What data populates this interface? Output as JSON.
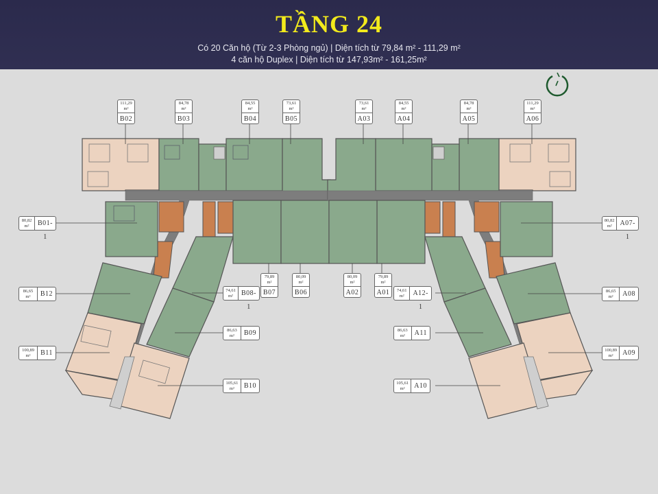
{
  "header": {
    "title": "TẦNG 24",
    "subtitle_line1": "Có 20 Căn hộ (Từ 2-3 Phòng ngủ) | Diện tích từ 79,84 m² - 111,29 m²",
    "subtitle_line2": "4 căn hộ Duplex |  Diện tích từ 147,93m² - 161,25m²"
  },
  "compass": {
    "icon": "north-compass-icon",
    "label": "N"
  },
  "colors": {
    "header_bg": "#2e2d50",
    "title": "#f2ea1c",
    "background": "#dcdcdc",
    "unit_standard": "#8aa98c",
    "unit_duplex": "#ecd3c0",
    "core_stair": "#c9804f",
    "corridor": "#7d7d7d",
    "compass": "#1e5a2e"
  },
  "units": [
    {
      "code": "B02",
      "area": "111,29",
      "unit": "m²",
      "type": "duplex"
    },
    {
      "code": "B03",
      "area": "84,78",
      "unit": "m²",
      "type": "standard"
    },
    {
      "code": "B04",
      "area": "84,55",
      "unit": "m²",
      "type": "standard"
    },
    {
      "code": "B05",
      "area": "73,61",
      "unit": "m²",
      "type": "standard"
    },
    {
      "code": "A03",
      "area": "73,61",
      "unit": "m²",
      "type": "standard"
    },
    {
      "code": "A04",
      "area": "84,55",
      "unit": "m²",
      "type": "standard"
    },
    {
      "code": "A05",
      "area": "84,78",
      "unit": "m²",
      "type": "standard"
    },
    {
      "code": "A06",
      "area": "111,29",
      "unit": "m²",
      "type": "duplex"
    },
    {
      "code": "B01-1",
      "area": "80,82",
      "unit": "m²",
      "type": "standard"
    },
    {
      "code": "A07-1",
      "area": "80,82",
      "unit": "m²",
      "type": "standard"
    },
    {
      "code": "B12",
      "area": "86,65",
      "unit": "m²",
      "type": "standard"
    },
    {
      "code": "A08",
      "area": "86,65",
      "unit": "m²",
      "type": "standard"
    },
    {
      "code": "B08-1",
      "area": "74,61",
      "unit": "m²",
      "type": "standard"
    },
    {
      "code": "B07",
      "area": "79,89",
      "unit": "m²",
      "type": "standard"
    },
    {
      "code": "B06",
      "area": "80,09",
      "unit": "m²",
      "type": "standard"
    },
    {
      "code": "A02",
      "area": "80,09",
      "unit": "m²",
      "type": "standard"
    },
    {
      "code": "A01",
      "area": "79,89",
      "unit": "m²",
      "type": "standard"
    },
    {
      "code": "A12-1",
      "area": "74,61",
      "unit": "m²",
      "type": "standard"
    },
    {
      "code": "B11",
      "area": "100,89",
      "unit": "m²",
      "type": "duplex"
    },
    {
      "code": "A09",
      "area": "100,89",
      "unit": "m²",
      "type": "duplex"
    },
    {
      "code": "B09",
      "area": "86,63",
      "unit": "m²",
      "type": "standard"
    },
    {
      "code": "A11",
      "area": "86,63",
      "unit": "m²",
      "type": "standard"
    },
    {
      "code": "B10",
      "area": "105,61",
      "unit": "m²",
      "type": "duplex"
    },
    {
      "code": "A10",
      "area": "105,61",
      "unit": "m²",
      "type": "duplex"
    }
  ]
}
